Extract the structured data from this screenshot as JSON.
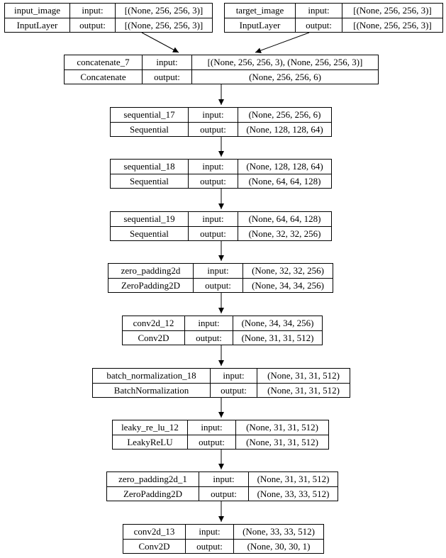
{
  "diagram": {
    "kind": "keras-model-architecture-graph",
    "background_color": "#ffffff",
    "border_color": "#000000",
    "text_color": "#000000"
  },
  "nodes": [
    {
      "id": "input_image",
      "name": "input_image",
      "type": "InputLayer",
      "input_label": "input:",
      "output_label": "output:",
      "input_shape": "[(None, 256, 256, 3)]",
      "output_shape": "[(None, 256, 256, 3)]"
    },
    {
      "id": "target_image",
      "name": "target_image",
      "type": "InputLayer",
      "input_label": "input:",
      "output_label": "output:",
      "input_shape": "[(None, 256, 256, 3)]",
      "output_shape": "[(None, 256, 256, 3)]"
    },
    {
      "id": "concatenate_7",
      "name": "concatenate_7",
      "type": "Concatenate",
      "input_label": "input:",
      "output_label": "output:",
      "input_shape": "[(None, 256, 256, 3), (None, 256, 256, 3)]",
      "output_shape": "(None, 256, 256, 6)"
    },
    {
      "id": "sequential_17",
      "name": "sequential_17",
      "type": "Sequential",
      "input_label": "input:",
      "output_label": "output:",
      "input_shape": "(None, 256, 256, 6)",
      "output_shape": "(None, 128, 128, 64)"
    },
    {
      "id": "sequential_18",
      "name": "sequential_18",
      "type": "Sequential",
      "input_label": "input:",
      "output_label": "output:",
      "input_shape": "(None, 128, 128, 64)",
      "output_shape": "(None, 64, 64, 128)"
    },
    {
      "id": "sequential_19",
      "name": "sequential_19",
      "type": "Sequential",
      "input_label": "input:",
      "output_label": "output:",
      "input_shape": "(None, 64, 64, 128)",
      "output_shape": "(None, 32, 32, 256)"
    },
    {
      "id": "zero_padding2d",
      "name": "zero_padding2d",
      "type": "ZeroPadding2D",
      "input_label": "input:",
      "output_label": "output:",
      "input_shape": "(None, 32, 32, 256)",
      "output_shape": "(None, 34, 34, 256)"
    },
    {
      "id": "conv2d_12",
      "name": "conv2d_12",
      "type": "Conv2D",
      "input_label": "input:",
      "output_label": "output:",
      "input_shape": "(None, 34, 34, 256)",
      "output_shape": "(None, 31, 31, 512)"
    },
    {
      "id": "batch_normalization_18",
      "name": "batch_normalization_18",
      "type": "BatchNormalization",
      "input_label": "input:",
      "output_label": "output:",
      "input_shape": "(None, 31, 31, 512)",
      "output_shape": "(None, 31, 31, 512)"
    },
    {
      "id": "leaky_re_lu_12",
      "name": "leaky_re_lu_12",
      "type": "LeakyReLU",
      "input_label": "input:",
      "output_label": "output:",
      "input_shape": "(None, 31, 31, 512)",
      "output_shape": "(None, 31, 31, 512)"
    },
    {
      "id": "zero_padding2d_1",
      "name": "zero_padding2d_1",
      "type": "ZeroPadding2D",
      "input_label": "input:",
      "output_label": "output:",
      "input_shape": "(None, 31, 31, 512)",
      "output_shape": "(None, 33, 33, 512)"
    },
    {
      "id": "conv2d_13",
      "name": "conv2d_13",
      "type": "Conv2D",
      "input_label": "input:",
      "output_label": "output:",
      "input_shape": "(None, 33, 33, 512)",
      "output_shape": "(None, 30, 30, 1)"
    }
  ],
  "edges": [
    {
      "from": "input_image",
      "to": "concatenate_7"
    },
    {
      "from": "target_image",
      "to": "concatenate_7"
    },
    {
      "from": "concatenate_7",
      "to": "sequential_17"
    },
    {
      "from": "sequential_17",
      "to": "sequential_18"
    },
    {
      "from": "sequential_18",
      "to": "sequential_19"
    },
    {
      "from": "sequential_19",
      "to": "zero_padding2d"
    },
    {
      "from": "zero_padding2d",
      "to": "conv2d_12"
    },
    {
      "from": "conv2d_12",
      "to": "batch_normalization_18"
    },
    {
      "from": "batch_normalization_18",
      "to": "leaky_re_lu_12"
    },
    {
      "from": "leaky_re_lu_12",
      "to": "zero_padding2d_1"
    },
    {
      "from": "zero_padding2d_1",
      "to": "conv2d_13"
    }
  ]
}
